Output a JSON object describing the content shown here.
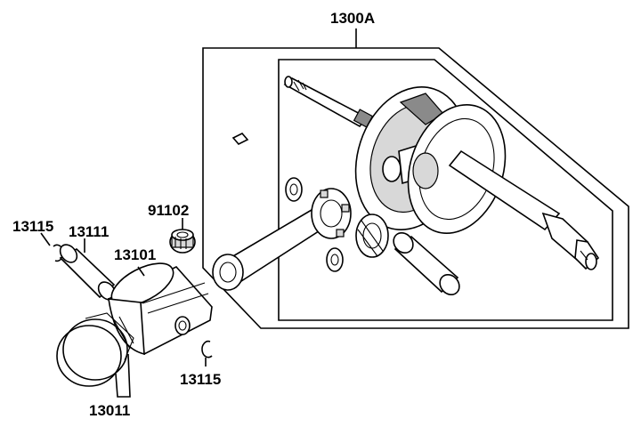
{
  "labels": {
    "assembly": "1300A",
    "snap_ring_left": "13115",
    "piston_pin": "13111",
    "piston": "13101",
    "needle_bearing": "91102",
    "snap_ring_right": "13115",
    "piston_rings": "13011"
  }
}
